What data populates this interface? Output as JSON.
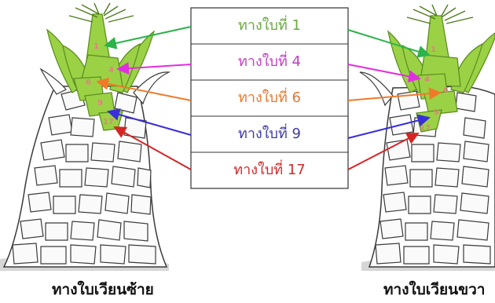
{
  "labels": [
    {
      "text": "ทางใบที่ 1",
      "color": "#6aa842"
    },
    {
      "text": "ทางใบที่ 4",
      "color": "#c03fc0"
    },
    {
      "text": "ทางใบที่ 6",
      "color": "#e9772e"
    },
    {
      "text": "ทางใบที่ 9",
      "color": "#3f3aa6"
    },
    {
      "text": "ทางใบที่ 17",
      "color": "#d42a2a"
    }
  ],
  "arrow_colors": [
    "#2cb34a",
    "#e22ee2",
    "#f07a2a",
    "#3a2fd8",
    "#d42525"
  ],
  "palms": {
    "left": {
      "leaf_numbers": [
        "1",
        "4",
        "6",
        "9",
        "17"
      ]
    },
    "right": {
      "leaf_numbers": [
        "1",
        "4",
        "6",
        "9",
        "17"
      ]
    }
  },
  "captions": {
    "left": "ทางใบเวียนซ้าย",
    "right": "ทางใบเวียนขวา"
  },
  "colors": {
    "leaf": "#9bd245",
    "leaf_dark": "#5e8f22",
    "trunk_line": "#3a3a3a",
    "leaf_number": "#e08080"
  }
}
